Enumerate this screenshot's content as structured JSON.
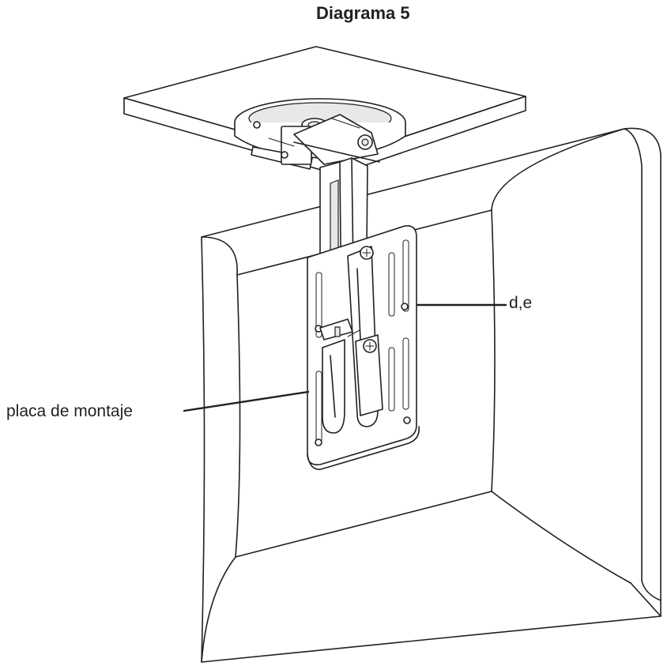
{
  "diagram": {
    "title": "Diagrama 5",
    "labels": {
      "mounting_plate": "placa de montaje",
      "screws": "d,e"
    }
  }
}
